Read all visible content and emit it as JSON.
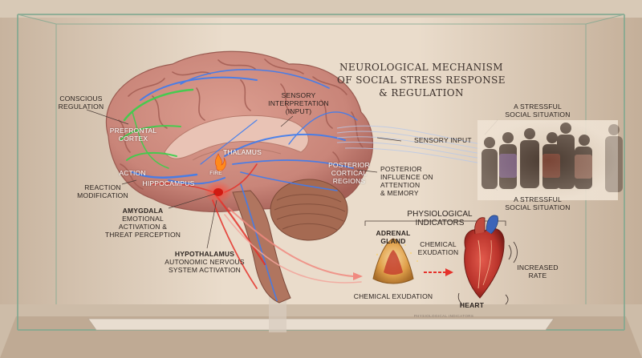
{
  "title": {
    "line1": "NEUROLOGICAL MECHANISM",
    "line2": "OF SOCIAL STRESS RESPONSE",
    "line3": "& REGULATION"
  },
  "brain_labels": {
    "conscious_regulation": [
      "CONSCIOUS",
      "REGULATION"
    ],
    "prefrontal_cortex": [
      "PREFRONTAL",
      "CORTEX"
    ],
    "sensory_interpretation": [
      "SENSORY",
      "INTERPRETATION",
      "(INPUT)"
    ],
    "thalamus": "THALAMUS",
    "fire": "FIRE",
    "action": "ACTION",
    "hippocampus": "HIPPOCAMPUS",
    "reaction_modification": [
      "REACTION",
      "MODIFICATION"
    ],
    "amygdala": [
      "AMYGDALA",
      "EMOTIONAL",
      "ACTIVATION &",
      "THREAT PERCEPTION"
    ],
    "hypothalamus": [
      "HYPOTHALAMUS",
      "AUTONOMIC NERVOUS",
      "SYSTEM ACTIVATION"
    ],
    "posterior_cortical_regions": [
      "POSTERIOR",
      "CORTICAL",
      "REGIONS"
    ],
    "posterior_influence": [
      "POSTERIOR",
      "INFLUENCE ON",
      "ATTENTION",
      "& MEMORY"
    ],
    "sensory_input": "SENSORY INPUT"
  },
  "social": {
    "top_label": [
      "A STRESSFUL",
      "SOCIAL SITUATION"
    ],
    "bottom_label": [
      "A STRESSFUL",
      "SOCIAL SITUATION"
    ]
  },
  "physiological": {
    "title": "PHYSIOLOGICAL INDICATORS",
    "adrenal_gland": [
      "ADRENAL",
      "GLAND"
    ],
    "chemical_exudation_top": [
      "CHEMICAL",
      "EXUDATION"
    ],
    "chemical_exudation_bottom": "CHEMICAL EXUDATION",
    "heart": "HEART",
    "increased_rate": [
      "INCREASED",
      "RATE"
    ]
  },
  "plate_text": "PHYSIOLOGICAL INDICATORS",
  "colors": {
    "background": "#e2d3c2",
    "brain": "#c98579",
    "brain_shadow": "#a45f56",
    "cerebellum": "#a56a52",
    "brainstem": "#b0755f",
    "blue_path": "#3d7cf0",
    "green_path": "#39d04a",
    "red_path": "#e5322b",
    "adrenal": "#e0a04a",
    "heart": "#b8322a",
    "glass_edge": "#7fa890"
  },
  "icons": [
    "fire-icon",
    "vibration-icon"
  ]
}
